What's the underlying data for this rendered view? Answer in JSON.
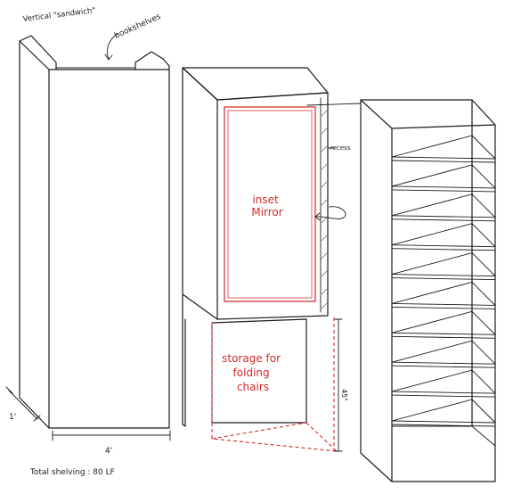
{
  "annotations": {
    "vertical_sandwich": "Vertical \"sandwich\"",
    "bookshelves": "bookshelves",
    "recess": "recess",
    "inset_mirror_line1": "inset",
    "inset_mirror_line2": "Mirror",
    "storage_line1": "storage for",
    "storage_line2": "folding",
    "storage_line3": "chairs",
    "depth_dim": "1'",
    "width_dim": "4'",
    "height_dim": "45\"",
    "total_shelving": "Total shelving : 80 LF"
  },
  "colors": {
    "ink": "#1c1c1c",
    "red_ink": "#d42a2a"
  }
}
